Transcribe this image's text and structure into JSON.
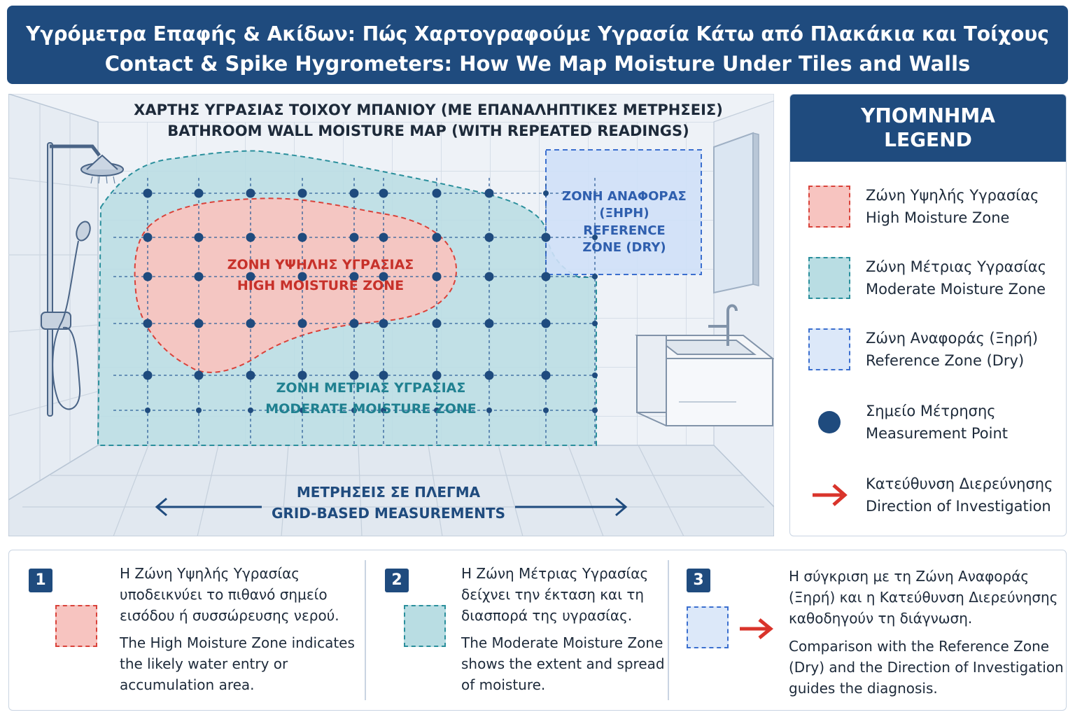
{
  "header": {
    "title_gr": "Υγρόμετρα Επαφής & Ακίδων: Πώς Χαρτογραφούμε Υγρασία Κάτω από Πλακάκια και Τοίχους",
    "title_en": "Contact & Spike Hygrometers: How We Map Moisture Under Tiles and Walls"
  },
  "diagram": {
    "title_gr": "ΧΑΡΤΗΣ ΥΓΡΑΣΙΑΣ ΤΟΙΧΟΥ ΜΠΑΝΙΟΥ (ΜΕ ΕΠΑΝΑΛΗΠΤΙΚΕΣ ΜΕΤΡΗΣΕΙΣ)",
    "title_en": "BATHROOM WALL MOISTURE MAP (WITH REPEATED READINGS)",
    "high_zone_gr": "ΖΟΝΗ ΥΨΗΛΗΣ ΥΓΡΑΣΙΑΣ",
    "high_zone_en": "HIGH MOISTURE ZONE",
    "moderate_zone_gr": "ΖΟΝΗ ΜΕΤΡΙΑΣ ΥΓΡΑΣΙΑΣ",
    "moderate_zone_en": "MODERATE MOISTURE ZONE",
    "reference_zone_gr_1": "ΖΟΝΗ ΑΝΑΦΟΡΑΣ",
    "reference_zone_gr_2": "(ΞΗΡΗ)",
    "reference_zone_en_1": "REFERENCE",
    "reference_zone_en_2": "ZONE (DRY)",
    "grid_label_gr": "ΜΕΤΡΗΣΕΙΣ ΣΕ ΠΛΕΓΜΑ",
    "grid_label_en": "GRID-BASED MEASUREMENTS"
  },
  "legend": {
    "title_gr": "ΥΠΟΜΝΗΜΑ",
    "title_en": "LEGEND",
    "items": [
      {
        "gr": "Ζώνη Υψηλής Υγρασίας",
        "en": "High Moisture Zone"
      },
      {
        "gr": "Ζώνη Μέτριας Υγρασίας",
        "en": "Moderate Moisture Zone"
      },
      {
        "gr": "Ζώνη Αναφοράς (Ξηρή)",
        "en": "Reference Zone (Dry)"
      },
      {
        "gr": "Σημείο Μέτρησης",
        "en": "Measurement Point"
      },
      {
        "gr": "Κατεύθυνση Διερεύνησης",
        "en": "Direction of Investigation"
      }
    ]
  },
  "notes": [
    {
      "number": "1",
      "gr": [
        "Η Ζώνη Υψηλής Υγρασίας",
        "υποδεικνύει το πιθανό σημείο",
        "εισόδου ή συσσώρευσης νερού."
      ],
      "en": [
        "The High Moisture Zone indicates",
        "the likely water entry or",
        "accumulation area."
      ]
    },
    {
      "number": "2",
      "gr": [
        "Η Ζώνη Μέτριας Υγρασίας",
        "δείχνει την έκταση και τη",
        "διασπορά της υγρασίας."
      ],
      "en": [
        "The Moderate Moisture Zone",
        "shows the extent and spread",
        "of moisture."
      ]
    },
    {
      "number": "3",
      "gr": [
        "Η σύγκριση με τη Ζώνη Αναφοράς",
        "(Ξηρή) και η Κατεύθυνση Διερεύνησης",
        "καθοδηγούν τη διάγνωση."
      ],
      "en": [
        "Comparison with the Reference Zone",
        "(Dry) and the Direction of Investigation",
        "guides the diagnosis."
      ]
    }
  ],
  "colors": {
    "navy": "#1f4b7e",
    "high_fill": "#f7c4c0",
    "high_border": "#d9423a",
    "moderate_fill": "#b9dde3",
    "moderate_border": "#2a8f9c",
    "reference_fill": "#cfe0f7",
    "reference_border": "#3b6fcf",
    "arrow_red": "#d9342b"
  }
}
